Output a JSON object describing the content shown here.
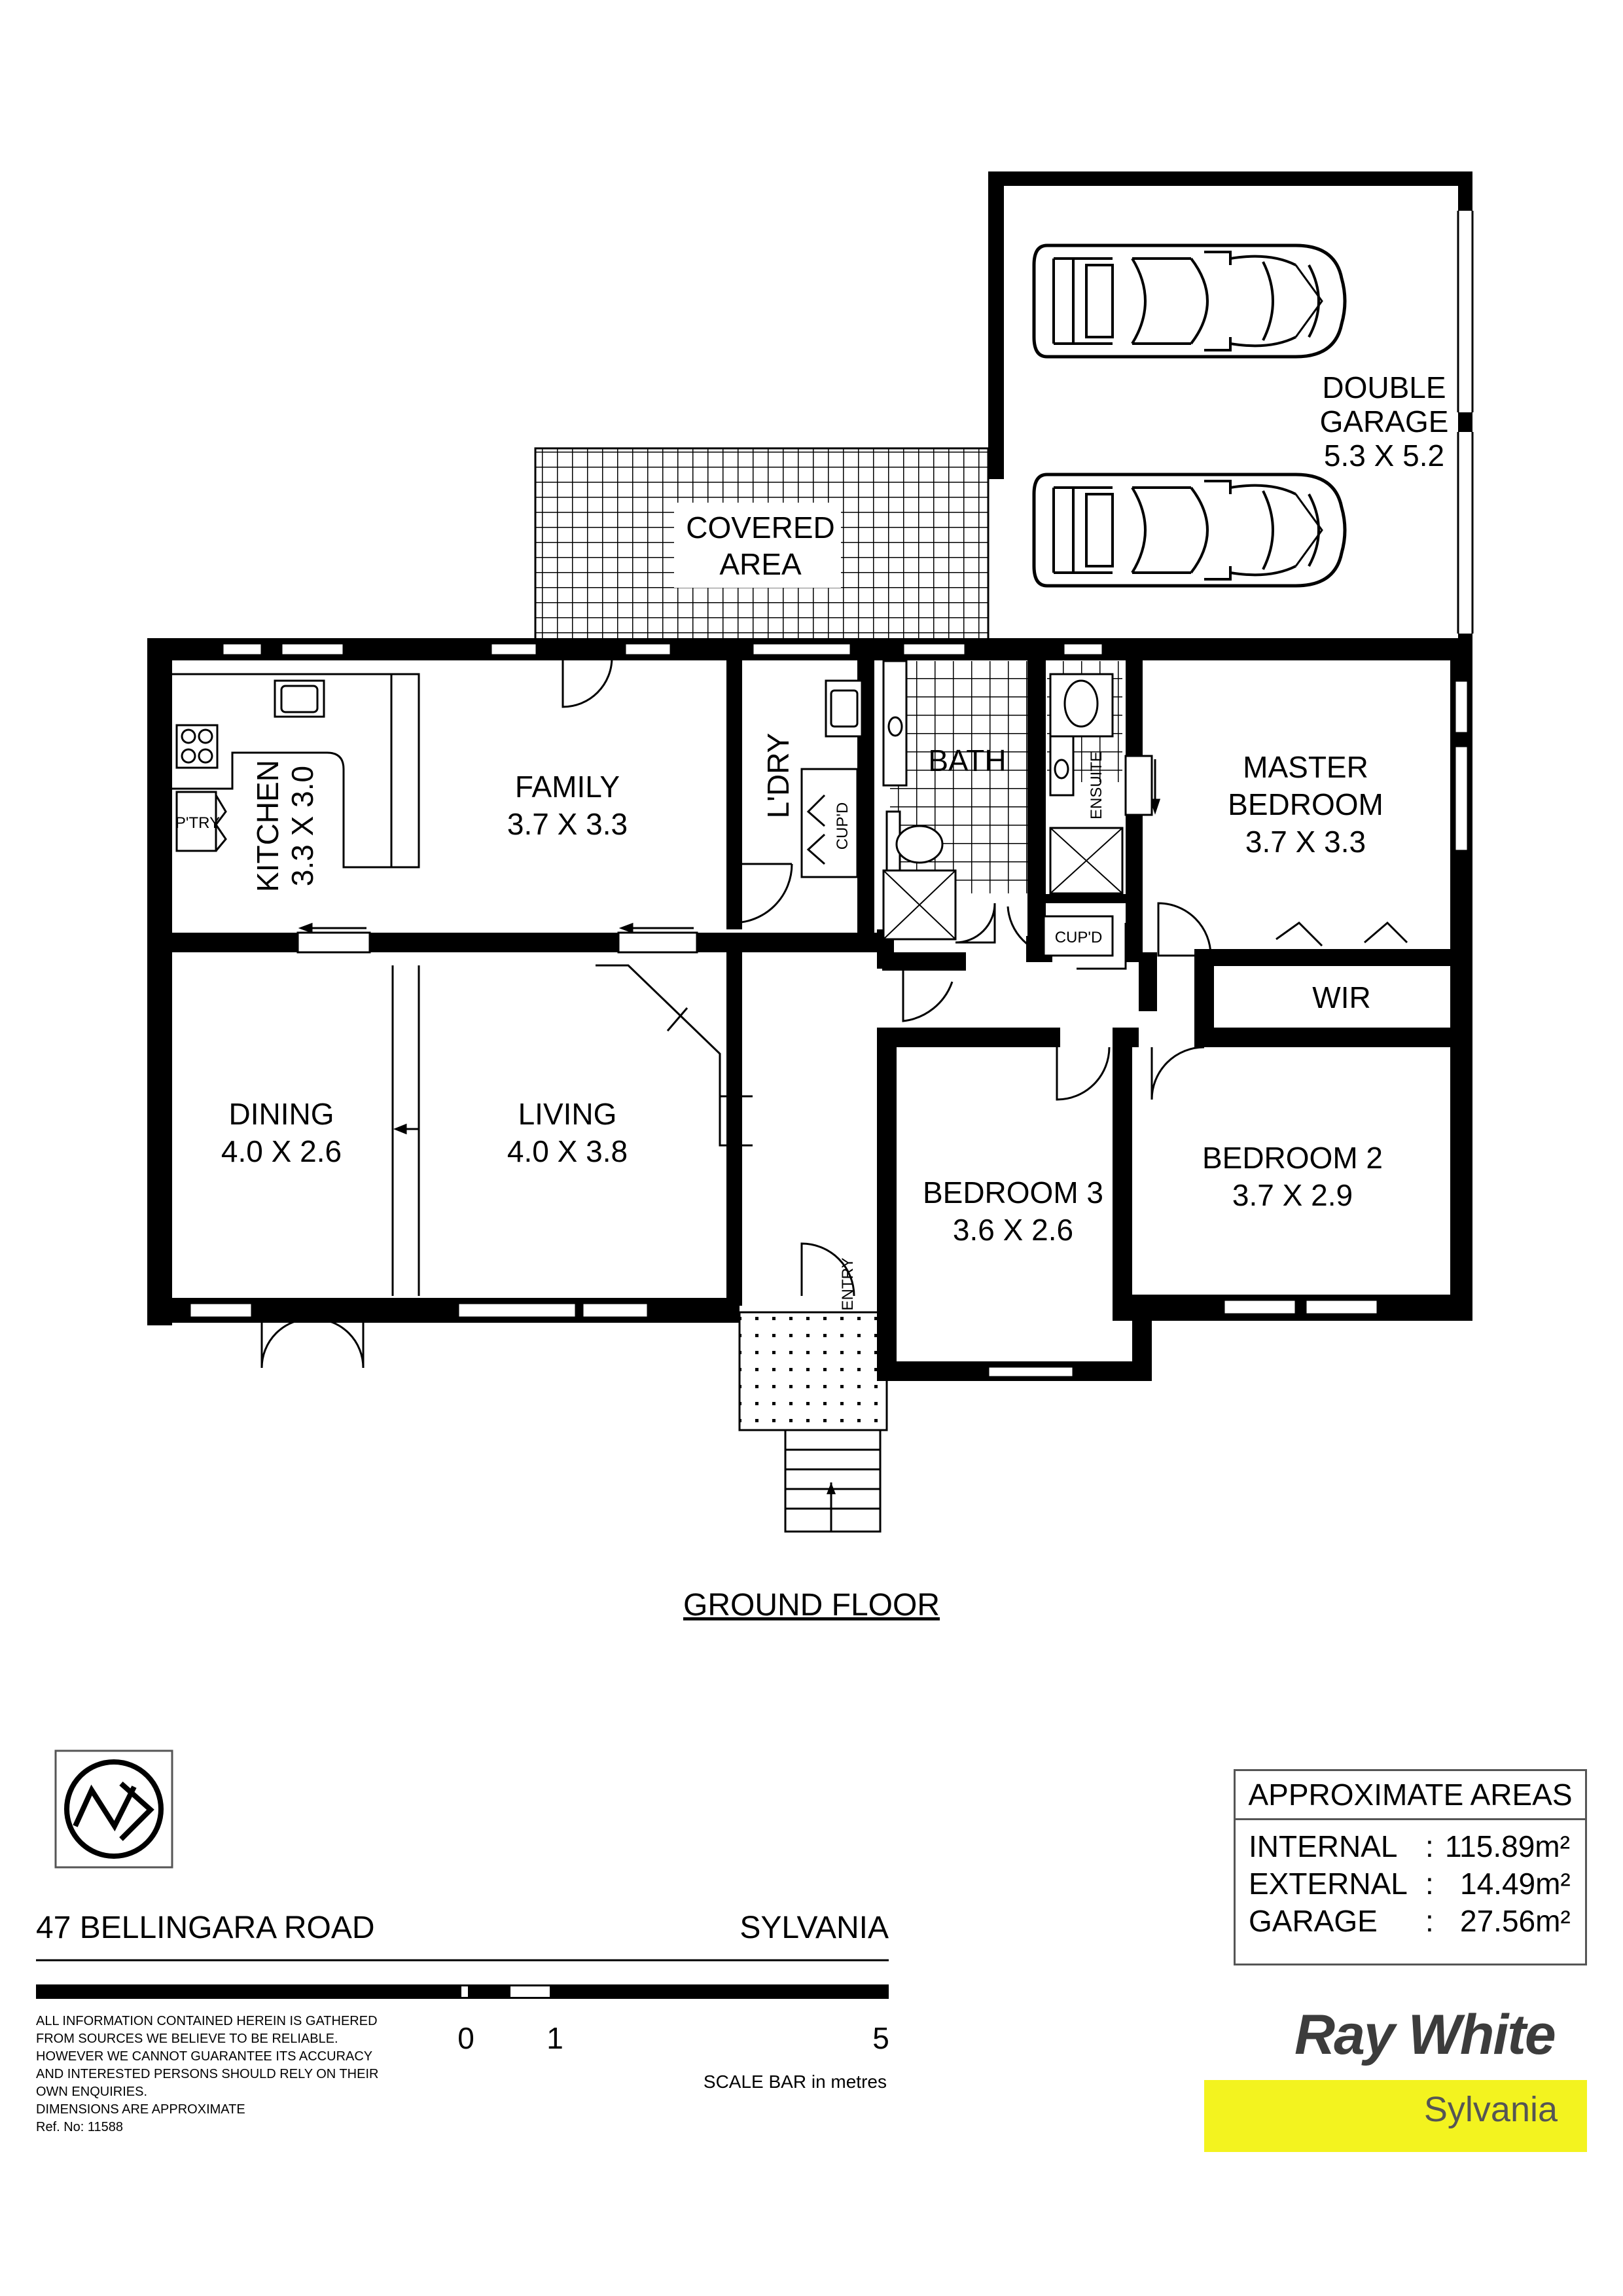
{
  "rooms": {
    "double_garage": {
      "line1": "DOUBLE",
      "line2": "GARAGE",
      "dims": "5.3 X 5.2"
    },
    "covered_area": {
      "line1": "COVERED",
      "line2": "AREA"
    },
    "family": {
      "name": "FAMILY",
      "dims": "3.7 X 3.3"
    },
    "kitchen": {
      "name": "KITCHEN",
      "dims": "3.3 X 3.0"
    },
    "pantry": {
      "name": "P'TRY"
    },
    "laundry": {
      "name": "L'DRY"
    },
    "laundry_cupboard": {
      "name": "CUP'D"
    },
    "bath": {
      "name": "BATH"
    },
    "ensuite": {
      "name": "ENSUITE"
    },
    "master_bedroom": {
      "line1": "MASTER",
      "line2": "BEDROOM",
      "dims": "3.7 X 3.3"
    },
    "hall_cupboard": {
      "name": "CUP'D"
    },
    "wir": {
      "name": "WIR"
    },
    "dining": {
      "name": "DINING",
      "dims": "4.0 X 2.6"
    },
    "living": {
      "name": "LIVING",
      "dims": "4.0 X 3.8"
    },
    "bedroom3": {
      "name": "BEDROOM 3",
      "dims": "3.6 X 2.6"
    },
    "bedroom2": {
      "name": "BEDROOM 2",
      "dims": "3.7 X 2.9"
    },
    "entry": {
      "name": "ENTRY"
    }
  },
  "floor_label": "GROUND FLOOR",
  "property": {
    "address": "47 BELLINGARA ROAD",
    "suburb": "SYLVANIA"
  },
  "scale": {
    "labels": [
      "0",
      "1",
      "5"
    ],
    "caption": "SCALE BAR in metres"
  },
  "disclaimer": [
    "ALL INFORMATION CONTAINED HEREIN IS GATHERED",
    "FROM SOURCES WE BELIEVE TO BE RELIABLE.",
    "HOWEVER WE CANNOT GUARANTEE ITS ACCURACY",
    "AND INTERESTED PERSONS SHOULD RELY ON THEIR",
    "OWN ENQUIRIES.",
    "DIMENSIONS ARE APPROXIMATE",
    "Ref. No: 11588"
  ],
  "areas": {
    "title": "APPROXIMATE AREAS",
    "rows": [
      {
        "label": "INTERNAL",
        "sep": ":",
        "value": "115.89m²"
      },
      {
        "label": "EXTERNAL",
        "sep": ":",
        "value": "14.49m²"
      },
      {
        "label": "GARAGE",
        "sep": ":",
        "value": "27.56m²"
      }
    ]
  },
  "brand": {
    "name": "Ray White",
    "office": "Sylvania",
    "accent": "#f3f31f"
  },
  "icons": {
    "compass": "north-compass-icon",
    "car": "car-topview-icon"
  }
}
